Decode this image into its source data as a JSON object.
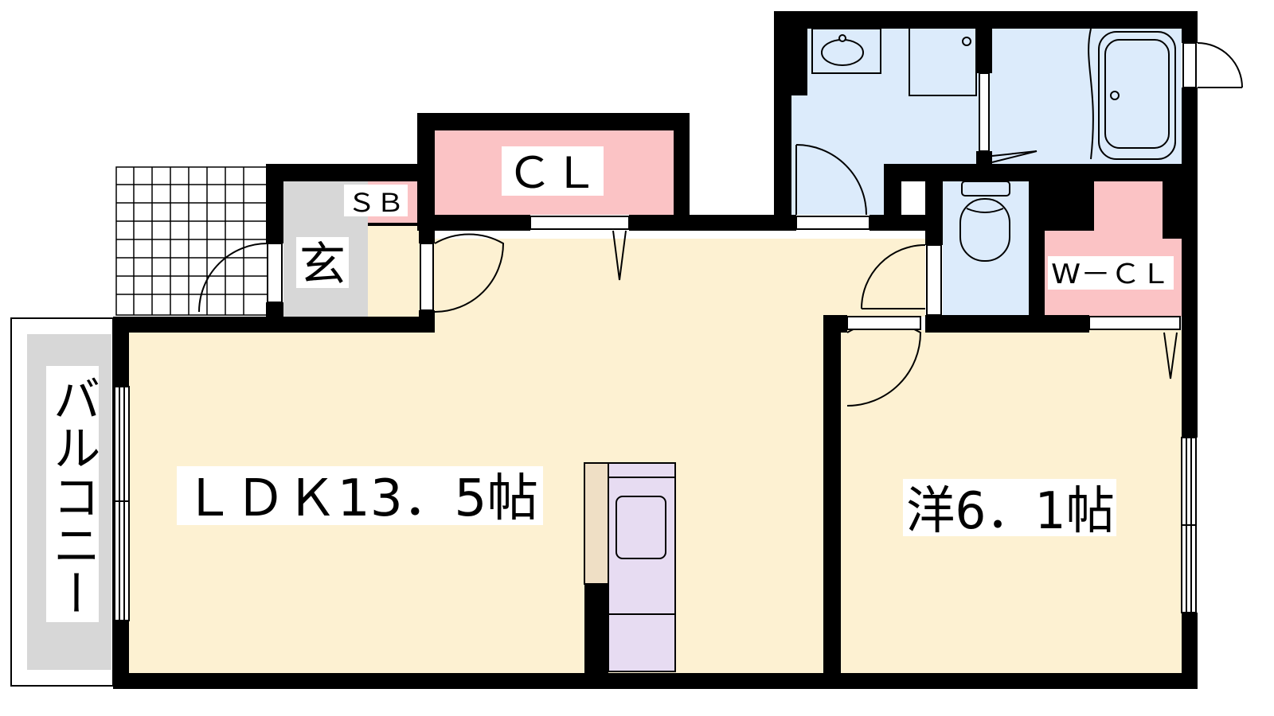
{
  "rooms": {
    "ldk": "ＬＤＫ13．5帖",
    "western": "洋6．1帖",
    "closet": "ＣＬ",
    "shoe_box": "ＳＢ",
    "entrance": "玄",
    "walk_in_closet": "W－ＣＬ",
    "balcony": "バルコニー"
  },
  "colors": {
    "living_floor": "#fdf1d2",
    "wet_area": "#dcebfb",
    "storage": "#fbc3c5",
    "entrance_floor": "#d7d7d7",
    "kitchen": "#e7dcf2",
    "wall": "#000000"
  }
}
